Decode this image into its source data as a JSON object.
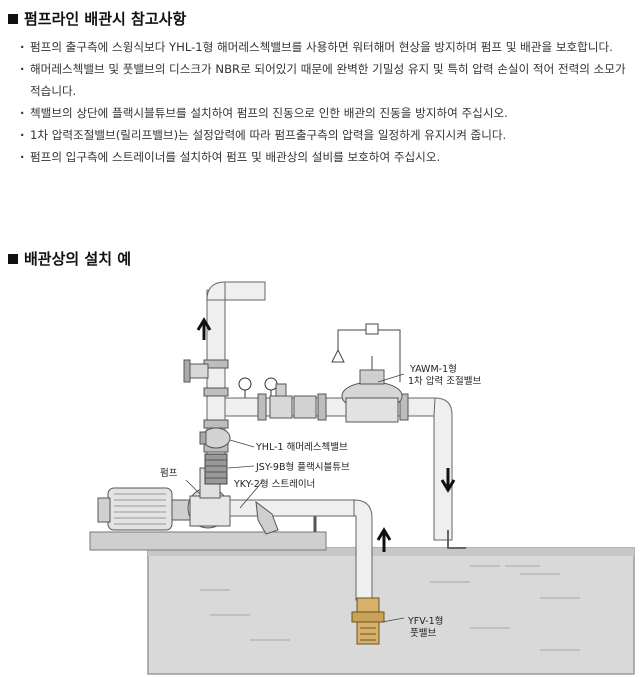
{
  "section1": {
    "title": "펌프라인 배관시 참고사항",
    "notes": [
      "펌프의 출구측에 스윙식보다 YHL-1형 해머레스첵밸브를 사용하면 워터해머 현상을 방지하며 펌프 및 배관을 보호합니다.",
      "해머레스첵밸브 및 풋밸브의 디스크가 NBR로 되어있기 때문에 완벽한 기밀성 유지 및 특히 압력 손실이 적어 전력의 소모가 적습니다.",
      "첵밸브의 상단에 플랙시블튜브를 설치하여 펌프의 진동으로 인한 배관의 진동을 방지하여 주십시오.",
      "1차 압력조절밸브(릴리프밸브)는 설정압력에 따라 펌프출구측의 압력을 일정하게 유지시켜 줍니다.",
      "펌프의 입구측에 스트레이너를 설치하여 펌프 및 배관상의 설비를 보호하여 주십시오."
    ]
  },
  "section2": {
    "title": "배관상의 설치 예",
    "labels": {
      "yawm_name": "YAWM-1형",
      "yawm_desc": "1차 압력 조절밸브",
      "yhl": "YHL-1 해머레스첵밸브",
      "jsy": "JSY-9B형 플랙시블튜브",
      "yky": "YKY-2형 스트레이너",
      "pump": "펌프",
      "yfv_name": "YFV-1형",
      "yfv_desc": "풋밸브"
    }
  }
}
